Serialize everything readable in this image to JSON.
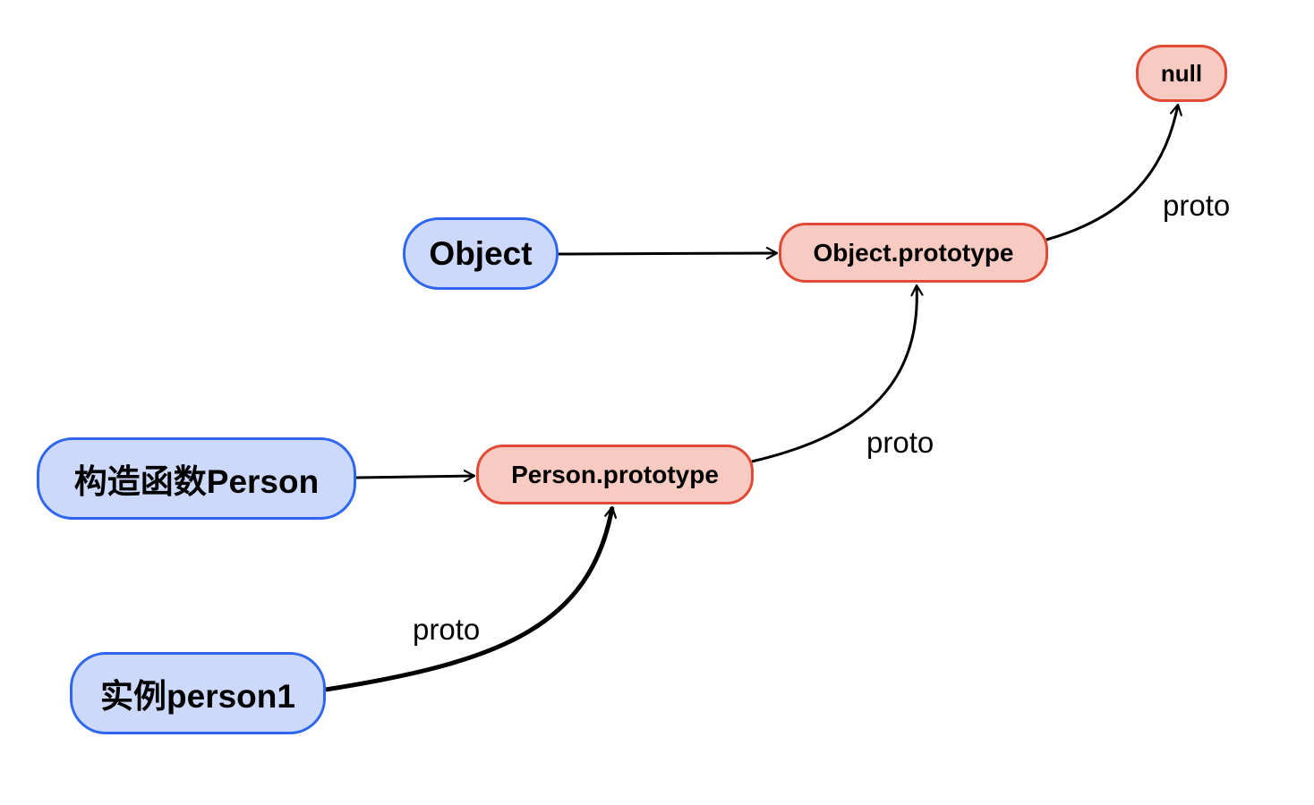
{
  "colors": {
    "constructor_fill": "#cdd9fb",
    "constructor_border": "#2f66ee",
    "prototype_fill": "#f8cbc2",
    "prototype_border": "#e04a35",
    "edge": "#000000"
  },
  "nodes": {
    "null_node": "null",
    "object": "Object",
    "object_prototype": "Object.prototype",
    "person_constructor": "构造函数Person",
    "person_prototype": "Person.prototype",
    "instance": "实例person1"
  },
  "edge_labels": {
    "object_prototype_to_null": "proto",
    "person_prototype_to_object_prototype": "proto",
    "instance_to_person_prototype": "proto"
  }
}
